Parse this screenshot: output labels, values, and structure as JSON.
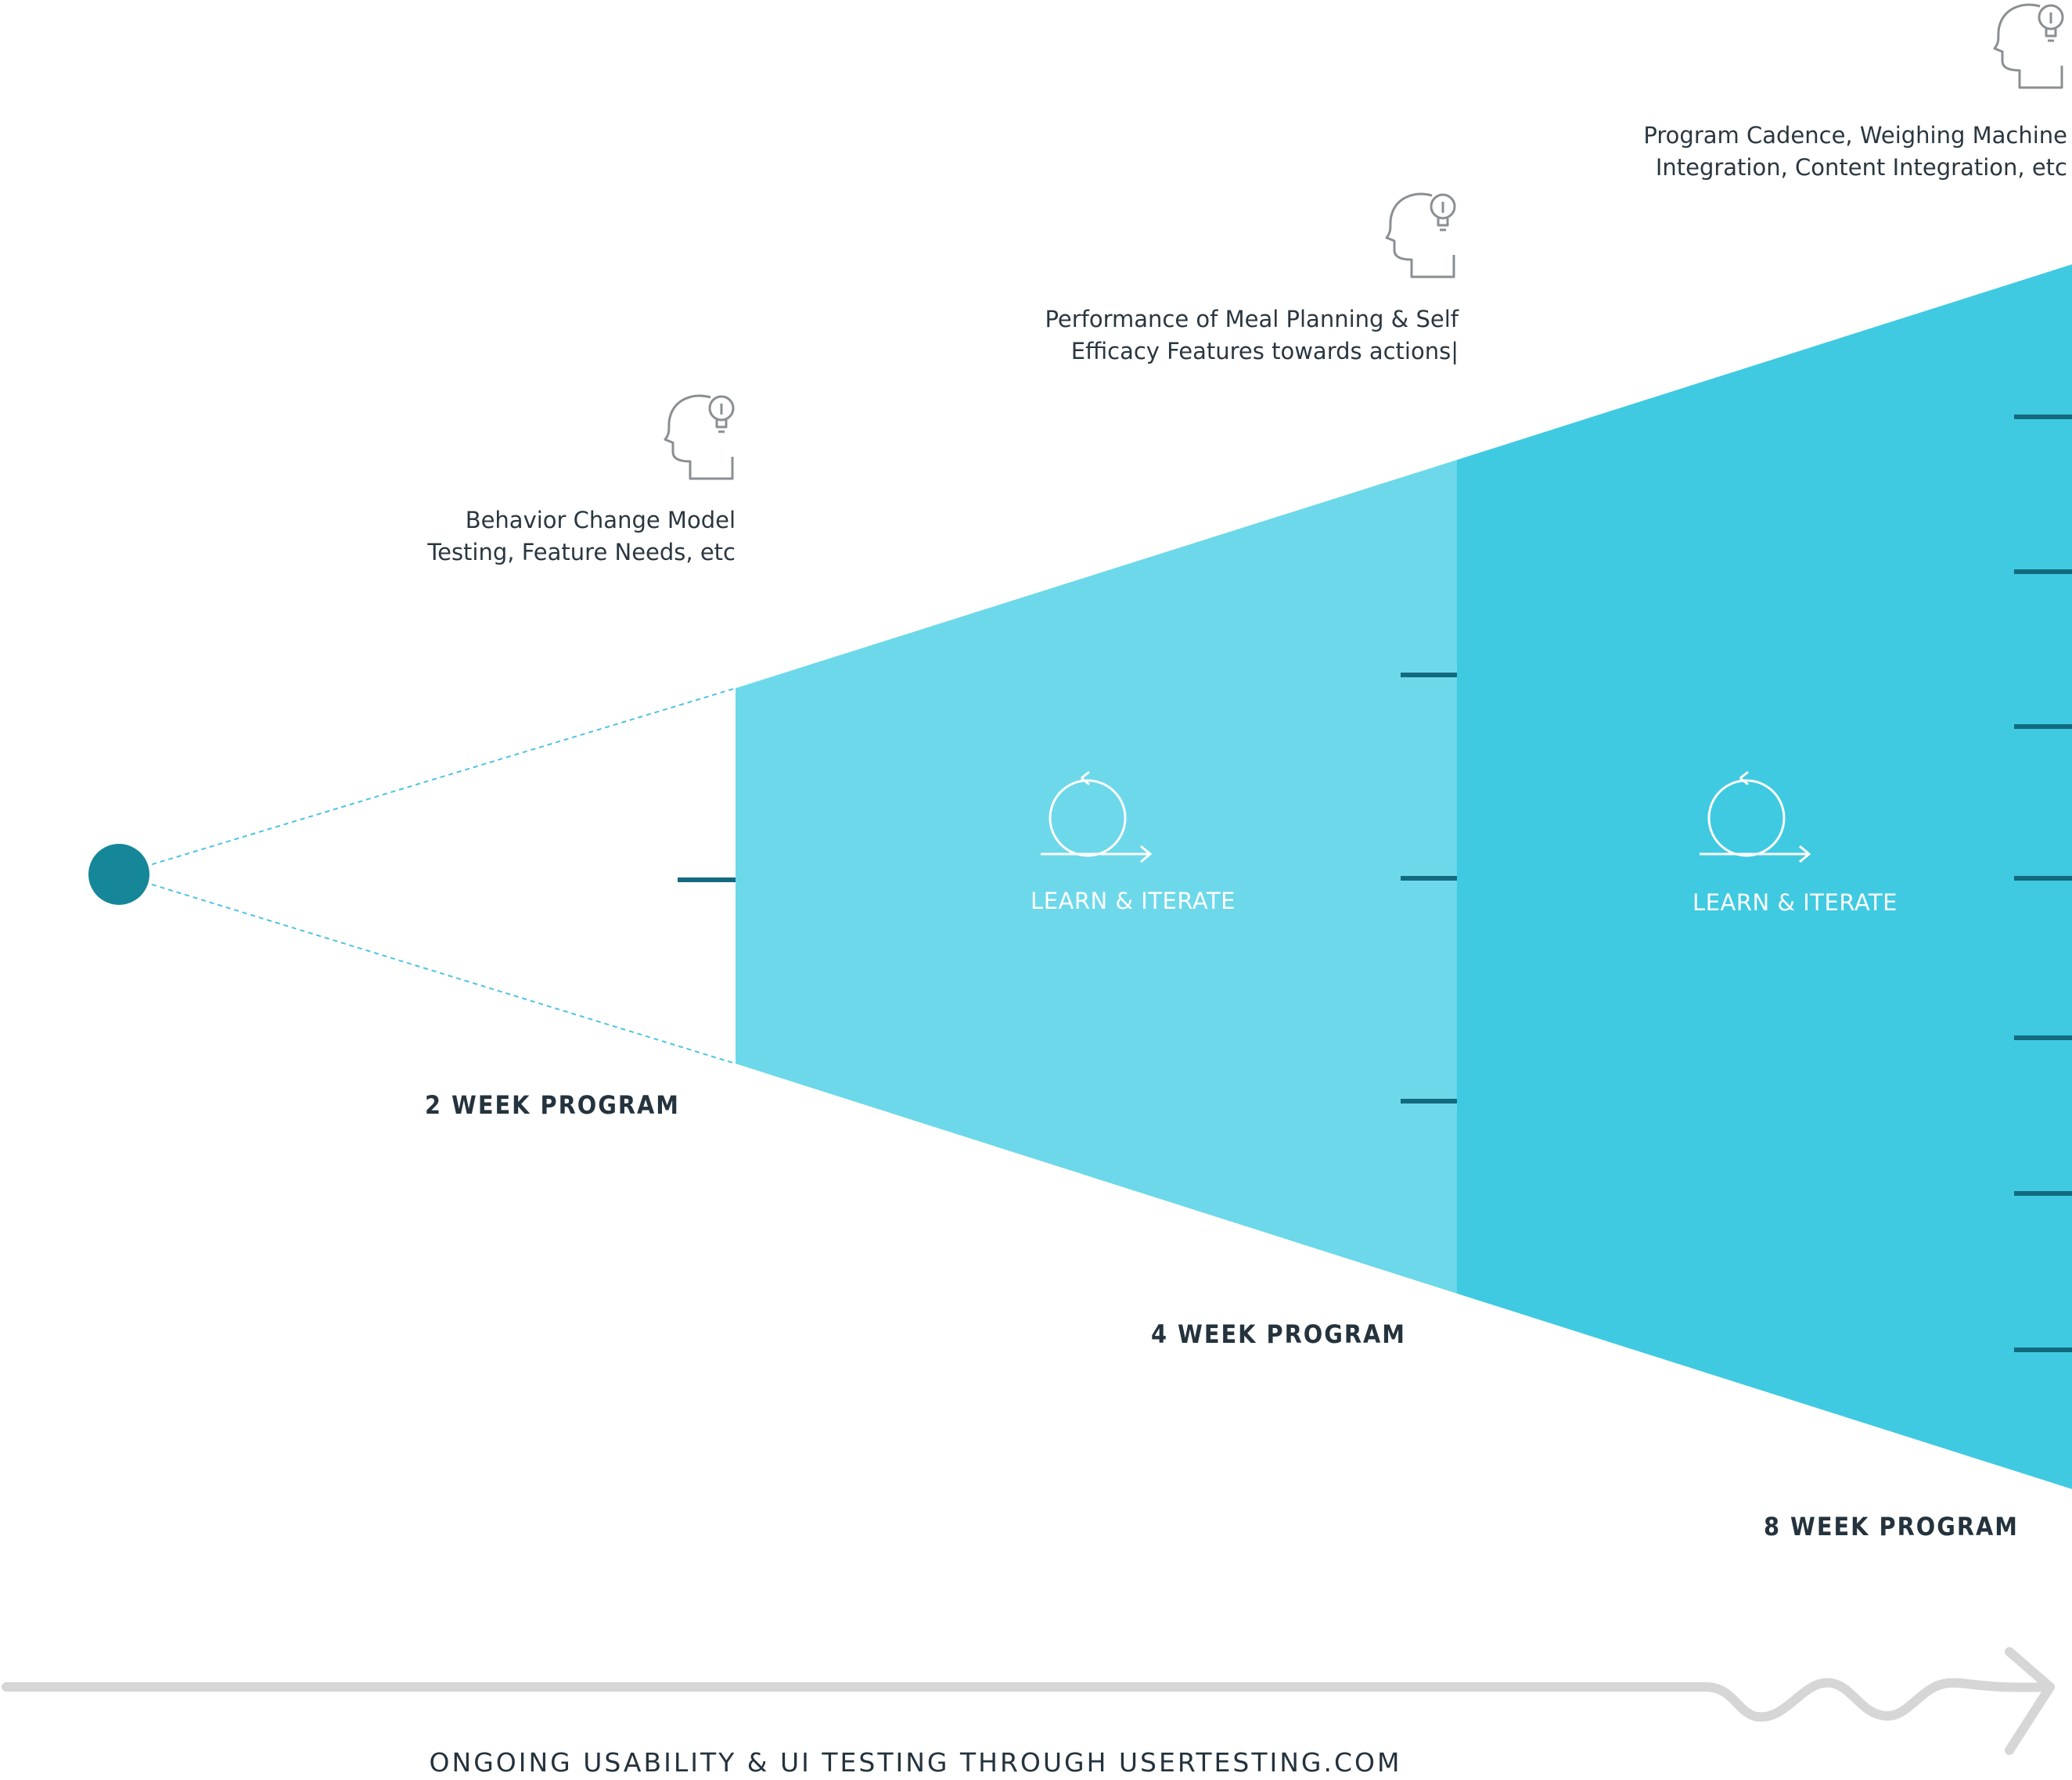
{
  "colors": {
    "stage_4week": "#6dd8ea",
    "stage_8week": "#3fcae1",
    "origin_dot": "#158798",
    "tick": "#136a7e",
    "dashed_line": "#4cc4e0",
    "timeline_arrow": "#d6d6d6",
    "text": "#24333d"
  },
  "insights": [
    {
      "icon": "head-lightbulb-icon",
      "lines": [
        "Behavior Change Model",
        "Testing, Feature Needs, etc"
      ]
    },
    {
      "icon": "head-lightbulb-icon",
      "lines": [
        "Performance of Meal Planning & Self",
        "Efficacy Features towards actions|"
      ]
    },
    {
      "icon": "head-lightbulb-icon",
      "lines": [
        "Program  Cadence, Weighing Machine",
        "Integration, Content Integration, etc"
      ]
    }
  ],
  "programs": [
    {
      "label": "2 WEEK PROGRAM"
    },
    {
      "label": "4 WEEK PROGRAM"
    },
    {
      "label": "8 WEEK PROGRAM"
    }
  ],
  "iterations": [
    {
      "icon": "loop-arrow-icon",
      "label": "LEARN & ITERATE"
    },
    {
      "icon": "loop-arrow-icon",
      "label": "LEARN & ITERATE"
    }
  ],
  "timeline": {
    "icon": "wavy-arrow-icon",
    "label": "ONGOING USABILITY & UI TESTING THROUGH USERTESTING.COM"
  }
}
